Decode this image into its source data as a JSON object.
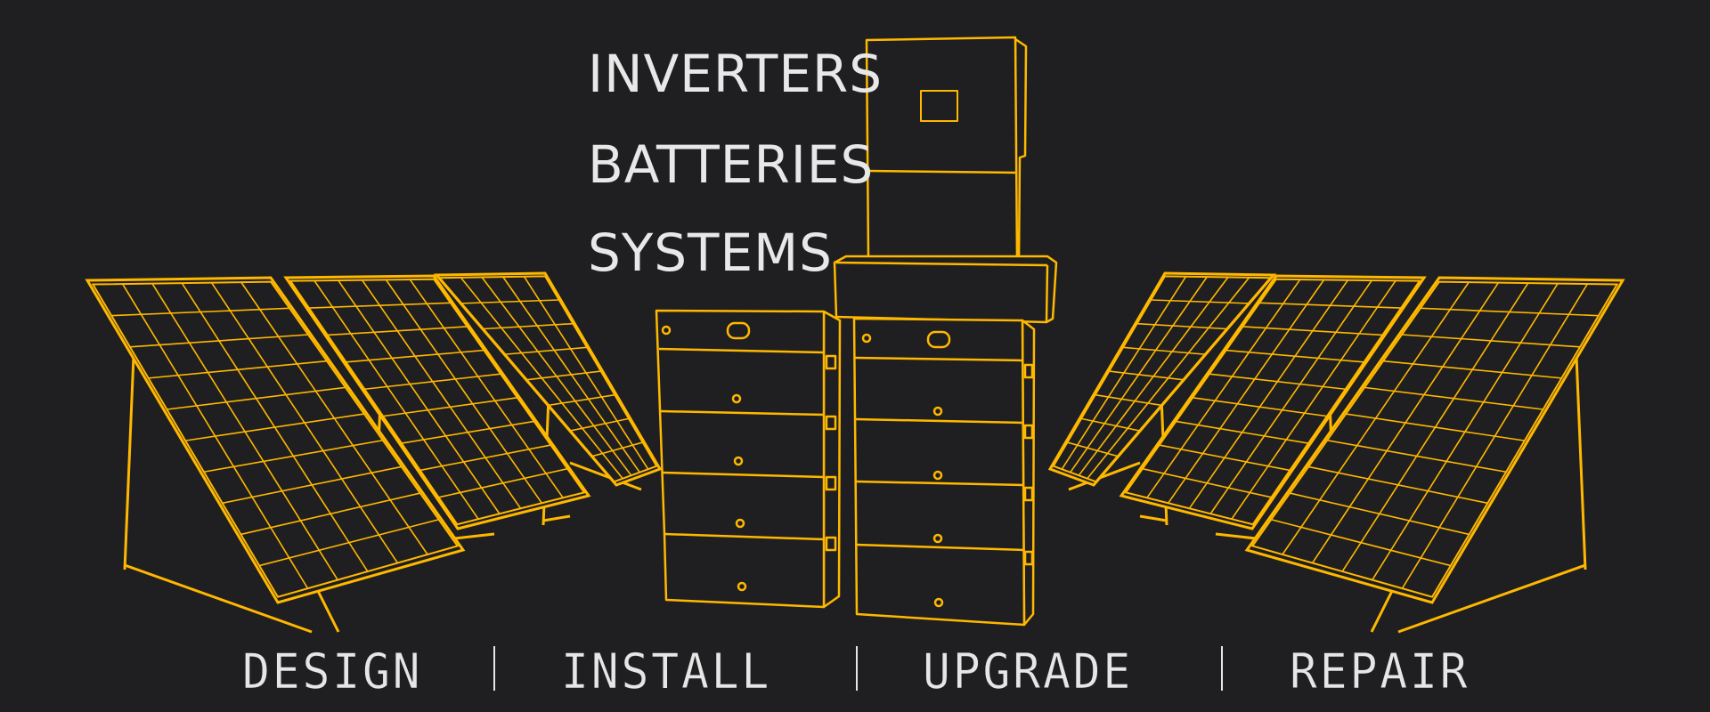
{
  "colors": {
    "background": "#1f1f21",
    "accent": "#FFB800",
    "text": "#e8e8e8"
  },
  "headlines": [
    "INVERTERS",
    "BATTERIES",
    "SYSTEMS"
  ],
  "services": [
    "DESIGN",
    "INSTALL",
    "UPGRADE",
    "REPAIR"
  ],
  "separator": "|"
}
